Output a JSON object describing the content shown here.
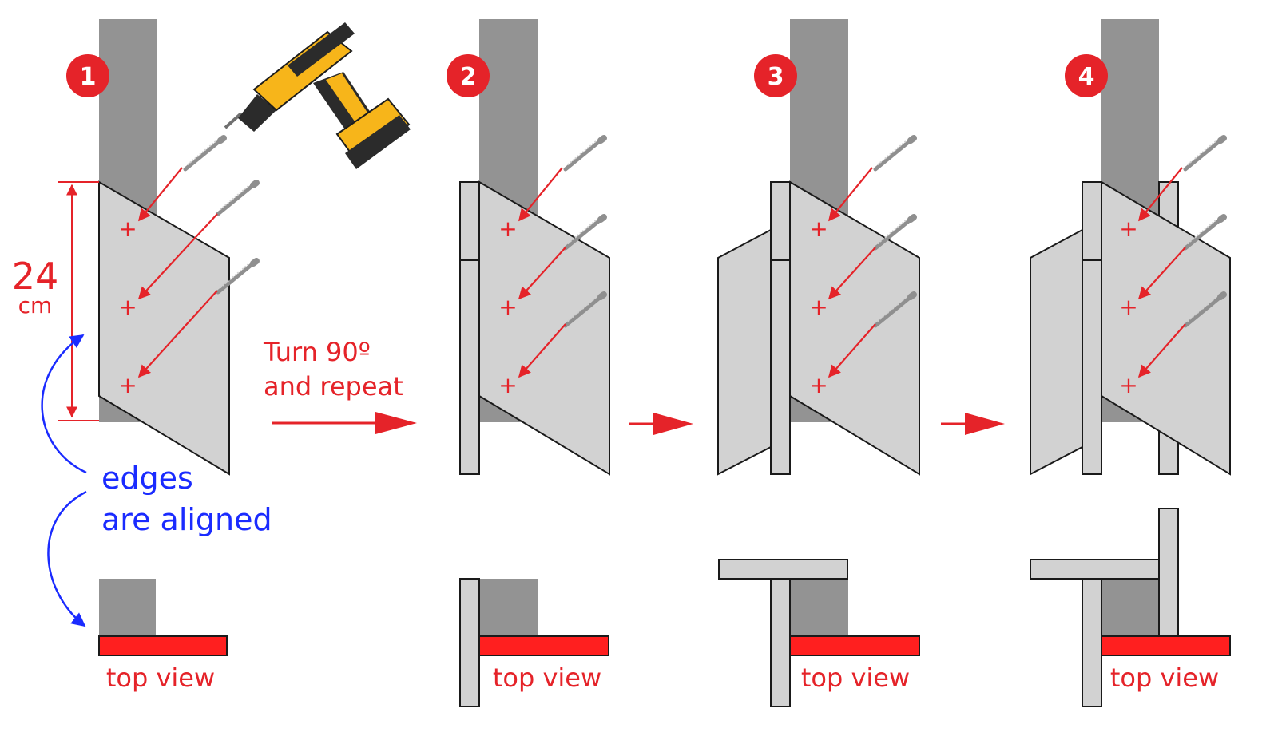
{
  "colors": {
    "post": "#939393",
    "panel": "#d2d2d2",
    "outline": "#1a1a1a",
    "accent_red": "#e52329",
    "edge_red": "#ff1f1f",
    "note_blue": "#1a2bff",
    "drill_yellow": "#f7b51a",
    "drill_black": "#2b2b2b"
  },
  "steps": [
    {
      "number": "1"
    },
    {
      "number": "2"
    },
    {
      "number": "3"
    },
    {
      "number": "4"
    }
  ],
  "labels": {
    "dimension_value": "24",
    "dimension_unit": "cm",
    "turn_line1": "Turn 90º",
    "turn_line2": "and repeat",
    "edges_line1": "edges",
    "edges_line2": "are aligned",
    "top_view": "top view"
  },
  "icons": {
    "drill": "cordless-drill-icon",
    "screw": "screw-icon",
    "plus": "plus-mark-icon",
    "arrow": "arrow-right-icon"
  }
}
